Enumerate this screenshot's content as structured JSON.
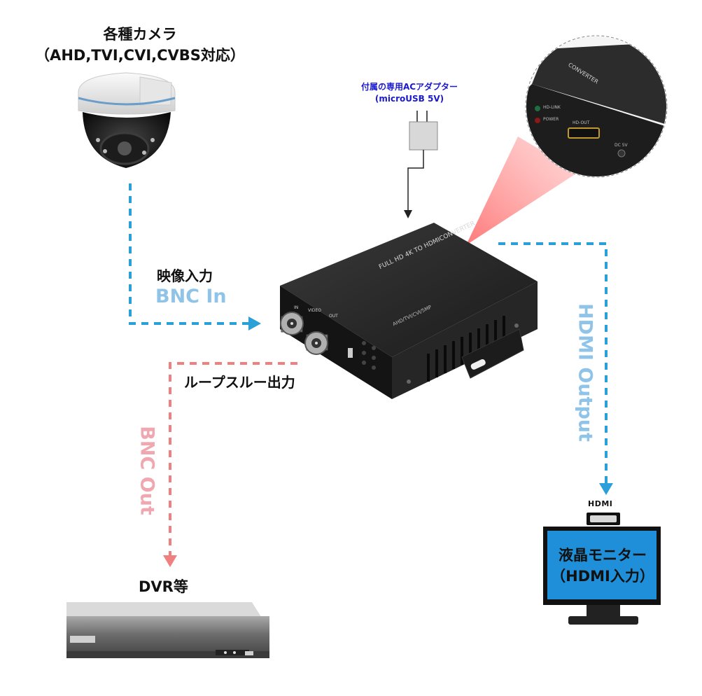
{
  "camera": {
    "title_line1": "各種カメラ",
    "title_line2": "（AHD,TVI,CVI,CVBS対応）"
  },
  "adapter": {
    "label_line1": "付属の専用ACアダプター",
    "label_line2": "(microUSB 5V)"
  },
  "video_input": {
    "label_jp": "映像入力",
    "label_en": "BNC In"
  },
  "loop_through": {
    "label": "ループスルー出力"
  },
  "bnc_out": {
    "label": "BNC Out"
  },
  "hdmi_output": {
    "label": "HDMI Output"
  },
  "dvr": {
    "label": "DVR等"
  },
  "monitor": {
    "label_line1": "液晶モニター",
    "label_line2": "（HDMI入力）",
    "hdmi_logo": "HDMI"
  },
  "converter": {
    "top_label": "FULL HD 4K TO HDMICONVERTER",
    "sub_label": "AHD/TVI/CVI/5MP",
    "port_in": "IN",
    "port_video": "VIDEO",
    "port_out": "OUT"
  },
  "zoom_panel": {
    "converter_text": "CONVERTER",
    "led1": "HD-LINK",
    "led2": "POWER",
    "hdmi_port": "HD-OUT",
    "dc_port": "DC 5V"
  },
  "colors": {
    "input_arrow": "#2a9fd8",
    "loop_arrow": "#f08080",
    "output_arrow": "#2a9fd8",
    "adapter_text": "#1a1acc",
    "monitor_screen": "#1e8fd8"
  }
}
